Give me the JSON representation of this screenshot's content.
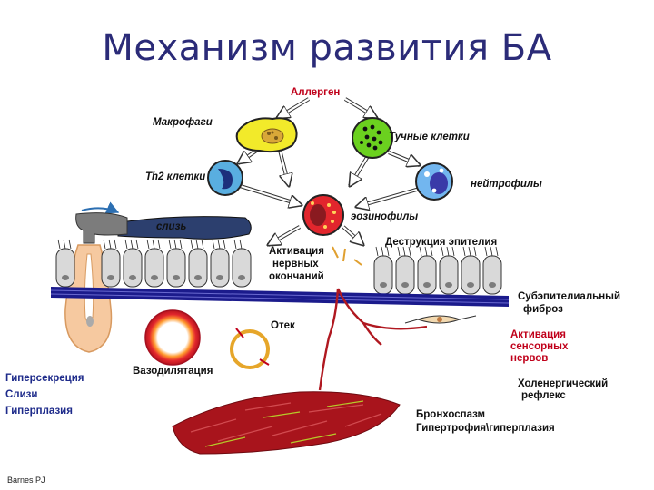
{
  "title": "Механизм развития БА",
  "labels": {
    "allergen": "Аллерген",
    "macrophages": "Макрофаги",
    "mast_cells": "Тучные клетки",
    "th2": "Th2 клетки",
    "neutrophils": "нейтрофилы",
    "eosinophils": "эозинофилы",
    "mucus": "слизь",
    "nerve_activation_1": "Активация",
    "nerve_activation_2": "нервных",
    "nerve_activation_3": "окончаний",
    "epithelial_destruction": "Деструкция эпителия",
    "fibrosis_1": "Субэпителиальный",
    "fibrosis_2": "фиброз",
    "edema": "Отек",
    "sensory_1": "Активация",
    "sensory_2": "сенсорных",
    "sensory_3": "нервов",
    "hypersecretion_1": "Гиперсекреция",
    "hypersecretion_2": "Слизи",
    "hypersecretion_3": "Гиперплазия",
    "vasodilation": "Вазодилятация",
    "cholinergic_1": "Холенергический",
    "cholinergic_2": "рефлекс",
    "bronchospasm_1": "Бронхоспазм",
    "bronchospasm_2": "Гипертрофия\\гиперплазия",
    "source": "Barnes PJ"
  },
  "colors": {
    "title": "#2b2b78",
    "red_label": "#c0001a",
    "blue_label": "#1d2a8a",
    "macrophage": "#f2ea2a",
    "mast_cell": "#6bd11f",
    "th2_cell": "#59aee0",
    "neutrophil": "#72b6ef",
    "eosinophil": "#e2262d",
    "mucus": "#2c3f6e",
    "goblet": "#f6c9a0",
    "epithelium": "#d9d9d9",
    "basement": "#1b1b8c",
    "nerve": "#b01820",
    "muscle": "#a8141c"
  }
}
